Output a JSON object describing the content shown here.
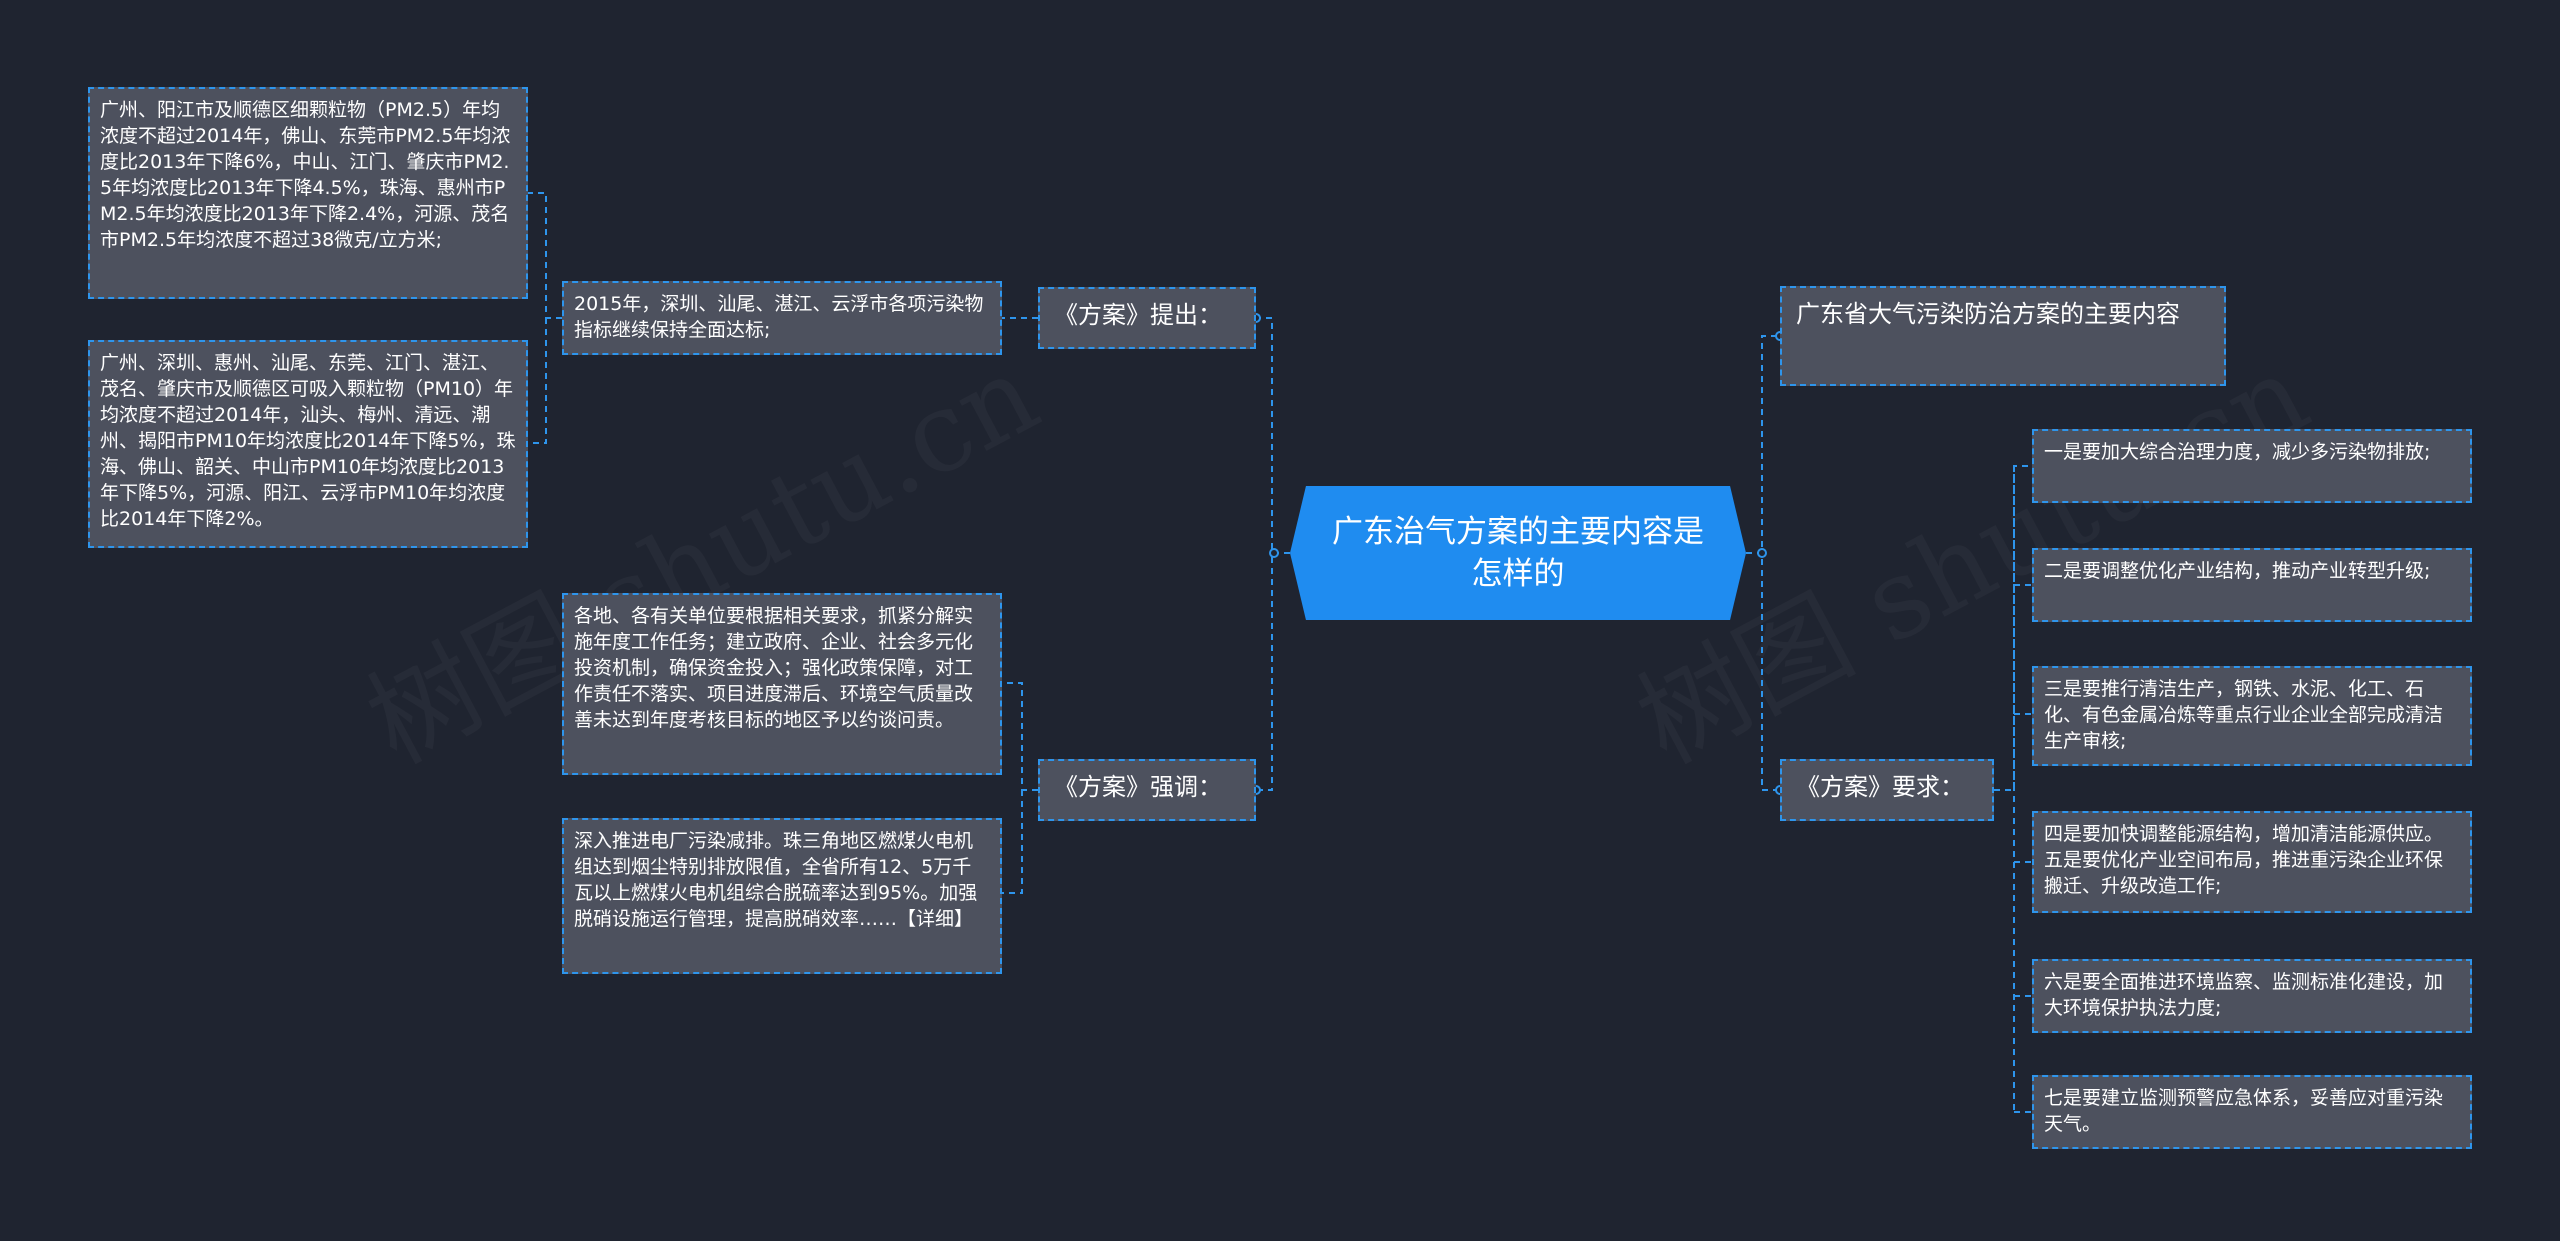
{
  "root": {
    "title": "广东治气方案的主要内容是怎样的"
  },
  "left": {
    "proposal": {
      "label": "《方案》提出：",
      "summary": "2015年，深圳、汕尾、湛江、云浮市各项污染物指标继续保持全面达标;",
      "details": [
        "广州、阳江市及顺德区细颗粒物（PM2.5）年均浓度不超过2014年，佛山、东莞市PM2.5年均浓度比2013年下降6%，中山、江门、肇庆市PM2.5年均浓度比2013年下降4.5%，珠海、惠州市PM2.5年均浓度比2013年下降2.4%，河源、茂名市PM2.5年均浓度不超过38微克/立方米;",
        "广州、深圳、惠州、汕尾、东莞、江门、湛江、茂名、肇庆市及顺德区可吸入颗粒物（PM10）年均浓度不超过2014年，汕头、梅州、清远、潮州、揭阳市PM10年均浓度比2014年下降5%，珠海、佛山、韶关、中山市PM10年均浓度比2013年下降5%，河源、阳江、云浮市PM10年均浓度比2014年下降2%。"
      ]
    },
    "emphasis": {
      "label": "《方案》强调：",
      "items": [
        "各地、各有关单位要根据相关要求，抓紧分解实施年度工作任务；建立政府、企业、社会多元化投资机制，确保资金投入；强化政策保障，对工作责任不落实、项目进度滞后、环境空气质量改善未达到年度考核目标的地区予以约谈问责。",
        "深入推进电厂污染减排。珠三角地区燃煤火电机组达到烟尘特别排放限值，全省所有12、5万千瓦以上燃煤火电机组综合脱硫率达到95%。加强脱硝设施运行管理，提高脱硝效率……【详细】"
      ]
    }
  },
  "right": {
    "topic": {
      "label": "广东省大气污染防治方案的主要内容"
    },
    "requirements": {
      "label": "《方案》要求：",
      "items": [
        "一是要加大综合治理力度，减少多污染物排放;",
        "二是要调整优化产业结构，推动产业转型升级;",
        "三是要推行清洁生产，钢铁、水泥、化工、石化、有色金属冶炼等重点行业企业全部完成清洁生产审核;",
        "四是要加快调整能源结构，增加清洁能源供应。五是要优化产业空间布局，推进重污染企业环保搬迁、升级改造工作;",
        "六是要全面推进环境监察、监测标准化建设，加大环境保护执法力度;",
        "七是要建立监测预警应急体系，妥善应对重污染天气。"
      ]
    }
  },
  "colors": {
    "background": "#1f2430",
    "node": "#4d515e",
    "root": "#1f8cf0",
    "link": "#2e95ec"
  }
}
